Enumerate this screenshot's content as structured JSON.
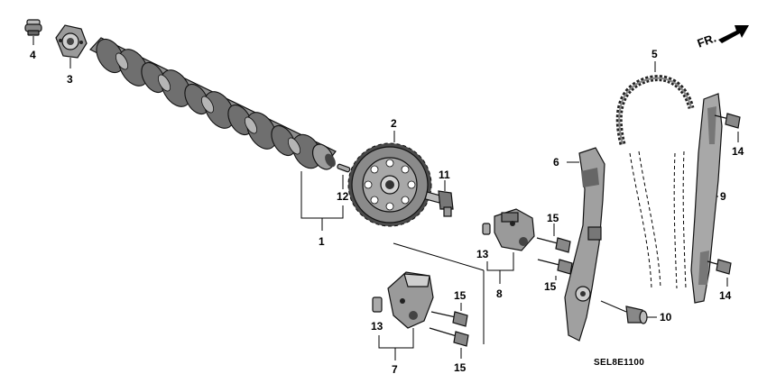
{
  "diagram": {
    "direction_label": "FR.",
    "diagram_code": "SEL8E1100",
    "callouts": {
      "c1": "1",
      "c2": "2",
      "c3": "3",
      "c4": "4",
      "c5": "5",
      "c6": "6",
      "c7": "7",
      "c8": "8",
      "c9": "9",
      "c10": "10",
      "c11": "11",
      "c12": "12",
      "c13a": "13",
      "c13b": "13",
      "c14a": "14",
      "c14b": "14",
      "c15a": "15",
      "c15b": "15",
      "c15c": "15",
      "c15d": "15"
    }
  }
}
